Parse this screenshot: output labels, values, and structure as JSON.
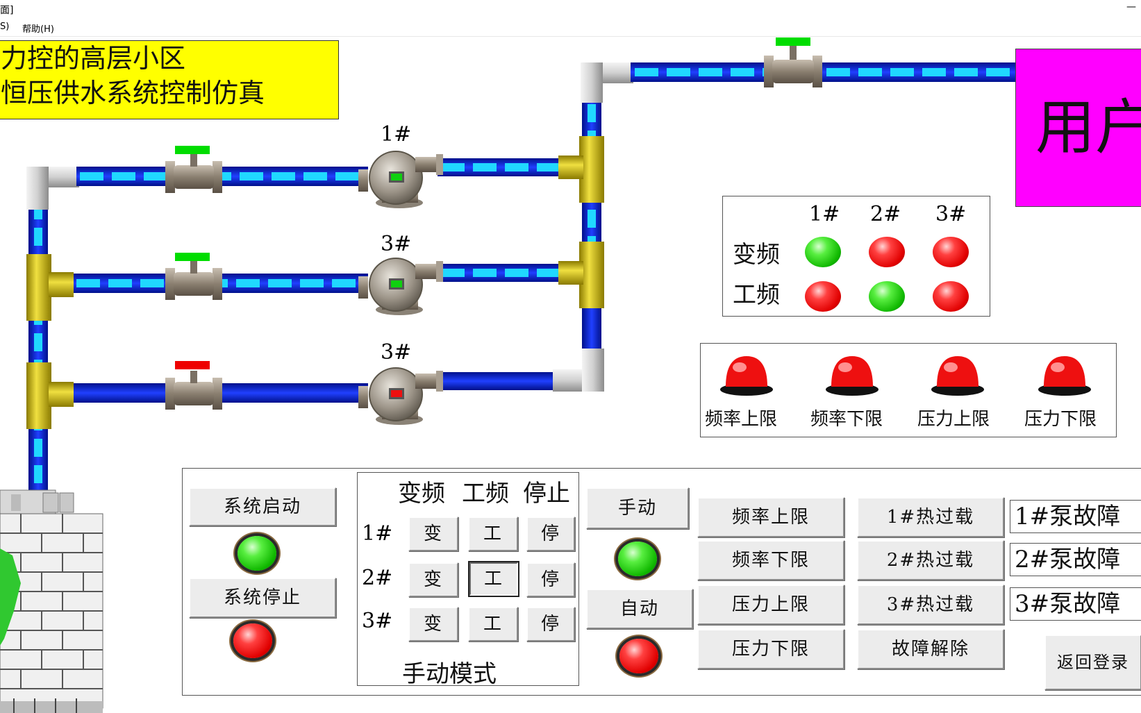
{
  "window": {
    "title": "面]",
    "minimize_glyph": "—"
  },
  "menu": {
    "items": [
      "S)",
      "帮助(H)"
    ]
  },
  "title": {
    "line1": "力控的高层小区",
    "line2": "恒压供水系统控制仿真"
  },
  "user_block": {
    "label": "用户"
  },
  "pumps": [
    {
      "label": "1#",
      "indicator": "green"
    },
    {
      "label": "3#",
      "indicator": "green"
    },
    {
      "label": "3#",
      "indicator": "red"
    }
  ],
  "valves": [
    {
      "handle_color": "#00dd00"
    },
    {
      "handle_color": "#00dd00"
    },
    {
      "handle_color": "#ee0000"
    },
    {
      "handle_color": "#00dd00"
    }
  ],
  "status_panel": {
    "columns": [
      "1#",
      "2#",
      "3#"
    ],
    "rows": [
      {
        "label": "变频",
        "leds": [
          "green",
          "red",
          "red"
        ]
      },
      {
        "label": "工频",
        "leds": [
          "red",
          "green",
          "red"
        ]
      }
    ]
  },
  "alarms": [
    {
      "label": "频率上限"
    },
    {
      "label": "频率下限"
    },
    {
      "label": "压力上限"
    },
    {
      "label": "压力下限"
    }
  ],
  "controls": {
    "system_start": "系统启动",
    "system_stop": "系统停止",
    "start_led": "green",
    "stop_led": "red"
  },
  "manual_panel": {
    "headers": [
      "变频",
      "工频",
      "停止"
    ],
    "rows": [
      {
        "label": "1#",
        "buttons": [
          "变",
          "工",
          "停"
        ]
      },
      {
        "label": "2#",
        "buttons": [
          "变",
          "工",
          "停"
        ]
      },
      {
        "label": "3#",
        "buttons": [
          "变",
          "工",
          "停"
        ]
      }
    ],
    "mode_label": "手动模式"
  },
  "mode": {
    "manual": "手动",
    "auto": "自动",
    "manual_led": "green",
    "auto_led": "red"
  },
  "limit_buttons": [
    "频率上限",
    "频率下限",
    "压力上限",
    "压力下限"
  ],
  "overload_buttons": [
    "1#热过载",
    "2#热过载",
    "3#热过载",
    "故障解除"
  ],
  "fault_boxes": [
    "1#泵故障",
    "2#泵故障",
    "3#泵故障"
  ],
  "back_button": "返回登录",
  "colors": {
    "pipe_blue": "#0a1ecc",
    "pipe_flow": "#20d8ff",
    "tee_yellow": "#d4c400",
    "elbow_gray": "#cccccc"
  }
}
